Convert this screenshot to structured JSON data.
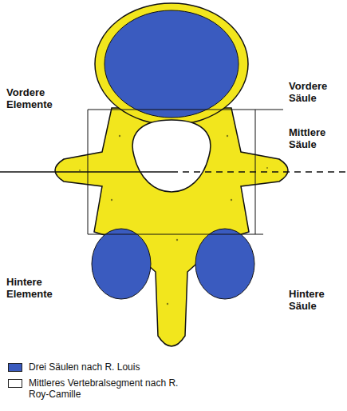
{
  "diagram": {
    "labels": [
      "Vordere Elemente",
      "Vordere Säule",
      "Mittlere Säule",
      "Hintere Elemente",
      "Hintere Säule"
    ],
    "legend": [
      {
        "text": "Drei Säulen nach R. Louis",
        "color": "#3a5bbf"
      },
      {
        "text": "Mittleres Vertebralsegment nach R. Roy-Camille",
        "color": "#ffffff"
      }
    ]
  }
}
